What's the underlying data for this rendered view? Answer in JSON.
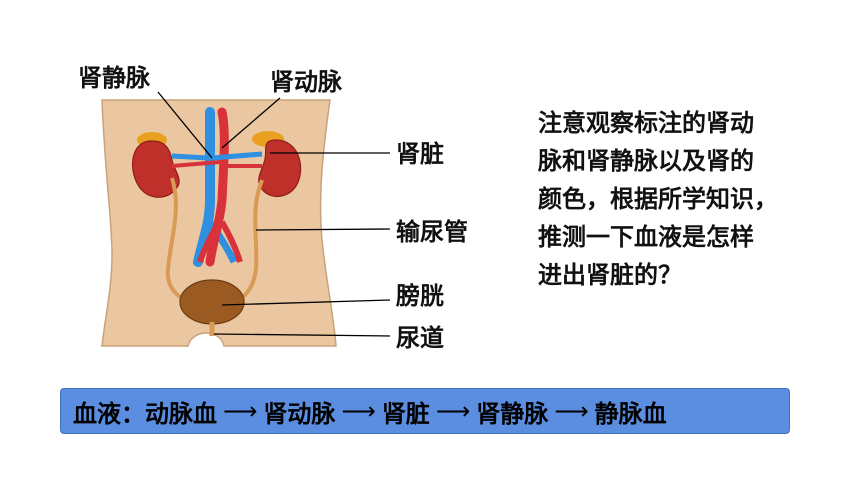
{
  "labels": {
    "renal_vein": "肾静脉",
    "renal_artery": "肾动脉",
    "kidney": "肾脏",
    "ureter": "输尿管",
    "bladder": "膀胱",
    "urethra": "尿道"
  },
  "question": {
    "lines": [
      "注意观察标注的肾动",
      "脉和肾静脉以及肾的",
      "颜色，根据所学知识，",
      "推测一下血液是怎样",
      "进出肾脏的？"
    ]
  },
  "flow": {
    "prefix": "血液：",
    "steps": [
      "动脉血",
      "肾动脉",
      "肾脏",
      "肾静脉",
      "静脉血"
    ],
    "arrow": "⟶"
  },
  "colors": {
    "body_skin": "#eac7a0",
    "kidney": "#c0302a",
    "artery": "#d8323a",
    "vein": "#2f8fe0",
    "ureter": "#d99a55",
    "bladder": "#9b5a22",
    "flow_bar": "#5b8ee0"
  }
}
